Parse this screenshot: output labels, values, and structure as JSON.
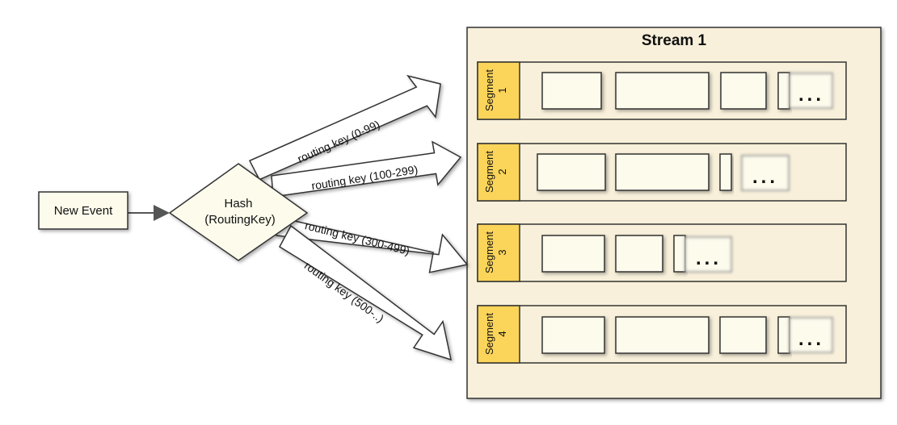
{
  "new_event": "New Event",
  "hash": {
    "line1": "Hash",
    "line2": "(RoutingKey)"
  },
  "routes": [
    "routing key (0-99)",
    "routing key (100-299)",
    "routing key (300-499)",
    "routing key (500-..)"
  ],
  "stream": {
    "title": "Stream 1",
    "segments": [
      {
        "label": "Segment",
        "number": "1"
      },
      {
        "label": "Segment",
        "number": "2"
      },
      {
        "label": "Segment",
        "number": "3"
      },
      {
        "label": "Segment",
        "number": "4"
      }
    ],
    "ellipsis": "..."
  },
  "colors": {
    "stream_fill": "#f8f0da",
    "segment_tab": "#fbd45a",
    "event_fill": "#fdfbec",
    "outline": "#333333"
  }
}
